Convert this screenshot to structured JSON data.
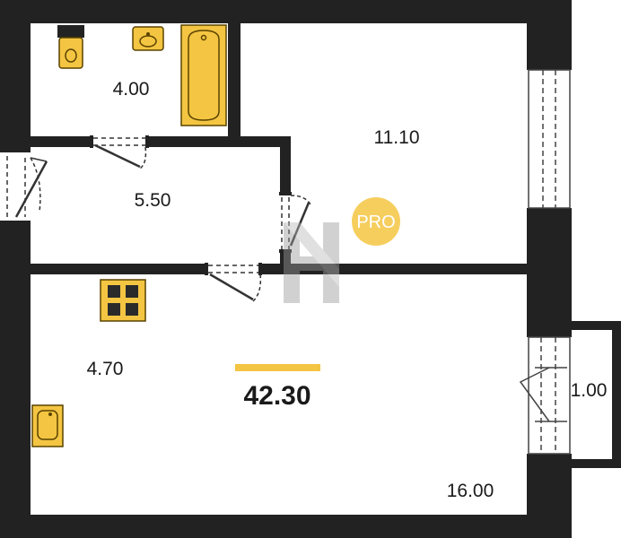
{
  "plan": {
    "total_area": "42.30",
    "rooms": {
      "bathroom": "4.00",
      "bedroom": "11.10",
      "hall": "5.50",
      "kitchen": "4.70",
      "living": "16.00",
      "balcony": "1.00"
    },
    "badge": "PRO",
    "watermark_letter": "H"
  },
  "colors": {
    "wall": "#222222",
    "fixture_fill": "#f4c542",
    "fixture_stroke": "#5a4300",
    "accent_bar": "#f4c542",
    "badge": "#f4c542",
    "watermark": "#9a9a9a"
  },
  "icons": [
    "toilet-icon",
    "sink-icon",
    "bathtub-icon",
    "stove-icon",
    "kitchen-sink-icon",
    "door-icon",
    "window-icon"
  ]
}
